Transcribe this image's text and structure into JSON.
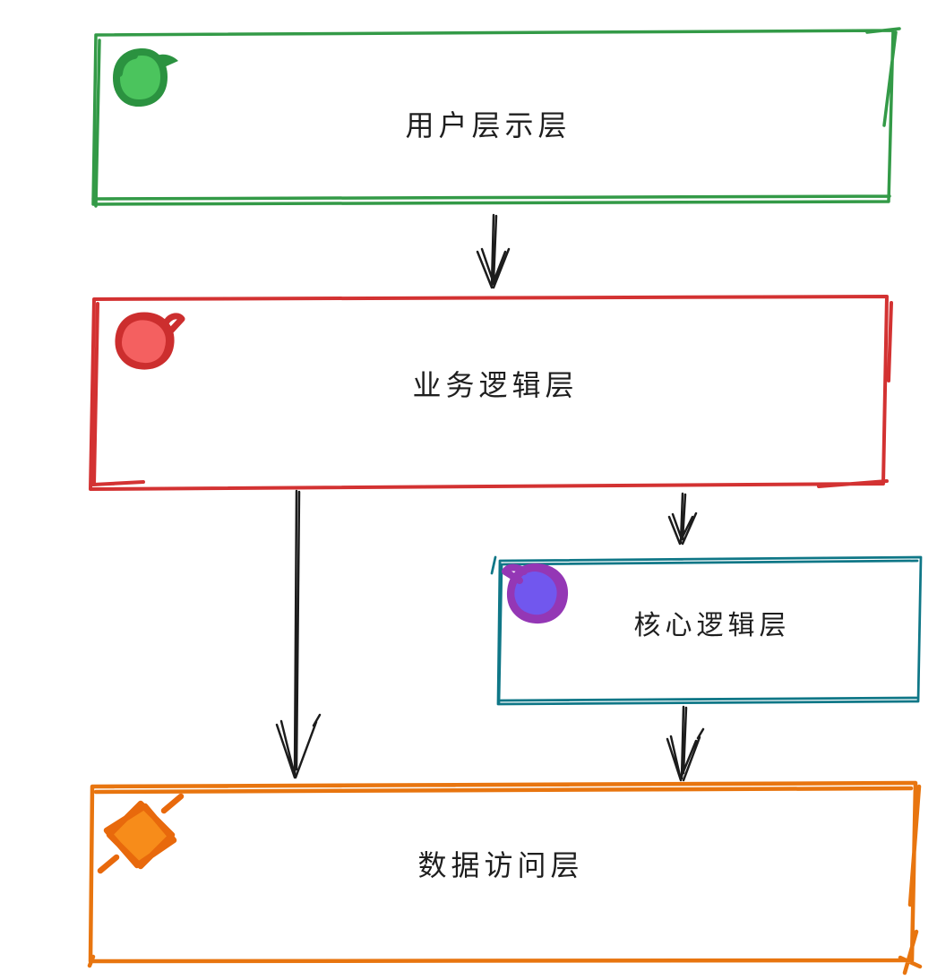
{
  "diagram": {
    "background_color": "#ffffff",
    "ink_color": "#1c1c1c",
    "nodes": [
      {
        "id": "presentation-layer",
        "label": "用户层示层",
        "border_color": "#339a47",
        "icon": "green-scribble-circle-icon",
        "icon_outline": "#2b9240",
        "icon_fill": "#4bc45d"
      },
      {
        "id": "business-logic-layer",
        "label": "业务逻辑层",
        "border_color": "#d33232",
        "icon": "red-scribble-circle-icon",
        "icon_outline": "#cc2e2e",
        "icon_fill": "#f46060"
      },
      {
        "id": "core-logic-layer",
        "label": "核心逻辑层",
        "border_color": "#0f7787",
        "icon": "purple-scribble-circle-icon",
        "icon_outline": "#9437b5",
        "icon_fill": "#7157ee"
      },
      {
        "id": "data-access-layer",
        "label": "数据访问层",
        "border_color": "#e8750f",
        "icon": "orange-scribble-diamond-icon",
        "icon_outline": "#e8690c",
        "icon_fill": "#f78c1a"
      }
    ],
    "edges": [
      {
        "from": "presentation-layer",
        "to": "business-logic-layer"
      },
      {
        "from": "business-logic-layer",
        "to": "data-access-layer"
      },
      {
        "from": "business-logic-layer",
        "to": "core-logic-layer"
      },
      {
        "from": "core-logic-layer",
        "to": "data-access-layer"
      }
    ]
  }
}
